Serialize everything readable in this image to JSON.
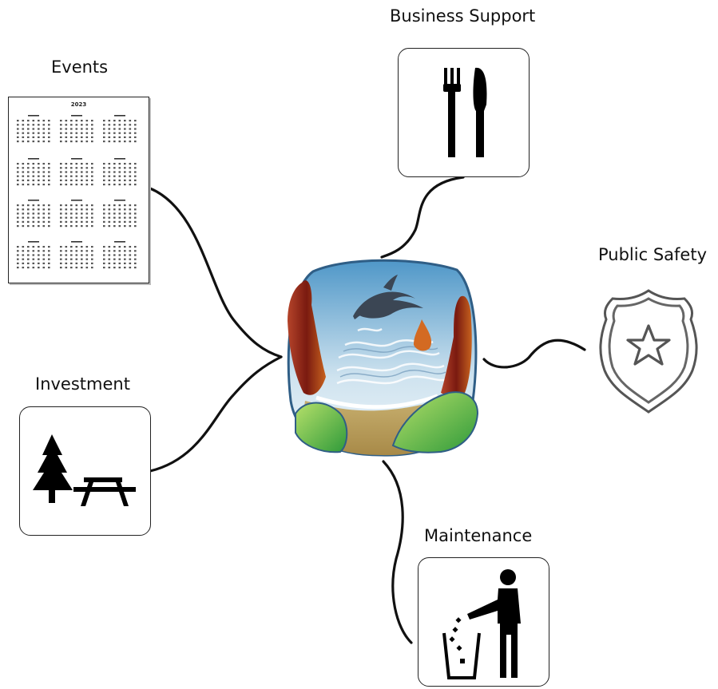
{
  "nodes": {
    "events": {
      "label": "Events",
      "icon": "calendar-icon"
    },
    "business_support": {
      "label": "Business Support",
      "icon": "fork-knife-icon"
    },
    "public_safety": {
      "label": "Public Safety",
      "icon": "police-badge-icon"
    },
    "investment": {
      "label": "Investment",
      "icon": "park-picnic-icon"
    },
    "maintenance": {
      "label": "Maintenance",
      "icon": "litter-bin-icon"
    }
  },
  "center": {
    "icon": "dolphin-canyon-logo-icon"
  },
  "calendar": {
    "year": "2023"
  }
}
